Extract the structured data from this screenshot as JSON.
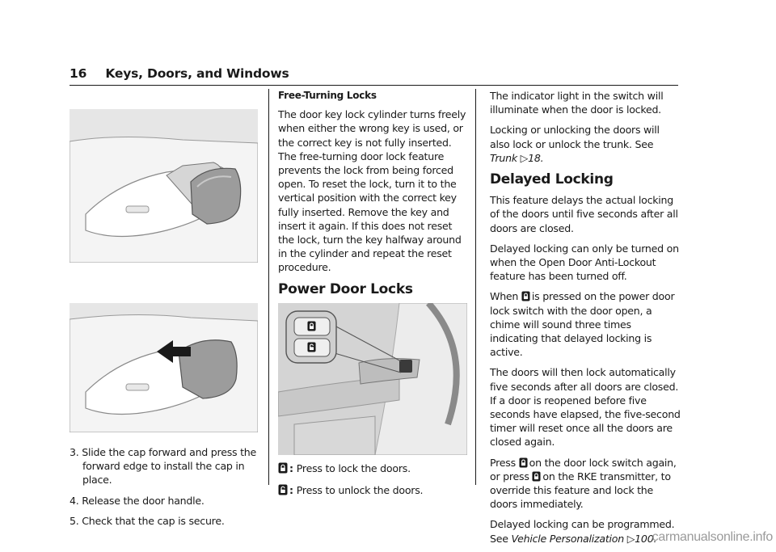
{
  "header": {
    "page_number": "16",
    "title": "Keys, Doors, and Windows"
  },
  "col1": {
    "steps": [
      "3. Slide the cap forward and press the forward edge to install the cap in place.",
      "4. Release the door handle.",
      "5. Check that the cap is secure."
    ]
  },
  "col2": {
    "subheading": "Free-Turning Locks",
    "para1": "The door key lock cylinder turns freely when either the wrong key is used, or the correct key is not fully inserted. The free-turning door lock feature prevents the lock from being forced open. To reset the lock, turn it to the vertical position with the correct key fully inserted. Remove the key and insert it again. If this does not reset the lock, turn the key halfway around in the cylinder and repeat the reset procedure.",
    "heading": "Power Door Locks",
    "lock_desc": "Press to lock the doors.",
    "unlock_desc": "Press to unlock the doors.",
    "colon": ":"
  },
  "col3": {
    "para1": "The indicator light in the switch will illuminate when the door is locked.",
    "para2_pre": "Locking or unlocking the doors will also lock or unlock the trunk. See ",
    "para2_link": "Trunk",
    "para2_page": "18.",
    "heading": "Delayed Locking",
    "para3": "This feature delays the actual locking of the doors until five seconds after all doors are closed.",
    "para4": "Delayed locking can only be turned on when the Open Door Anti-Lockout feature has been turned off.",
    "para5_pre": "When ",
    "para5_post": "is pressed on the power door lock switch with the door open, a chime will sound three times indicating that delayed locking is active.",
    "para6": "The doors will then lock automatically five seconds after all doors are closed. If a door is reopened before five seconds have elapsed, the five-second timer will reset once all the doors are closed again.",
    "para7_a": "Press ",
    "para7_b": "on the door lock switch again,",
    "para7_c": "or press ",
    "para7_d": "on the RKE transmitter, to override this feature and lock the doors immediately.",
    "para8_pre": "Delayed locking can be programmed. See ",
    "para8_link": "Vehicle Personalization",
    "para8_page": "100."
  },
  "watermark": "carmanualsonline.info",
  "icons": {
    "lock": "lock-icon",
    "unlock": "unlock-icon",
    "page_ref": "triangle-ref-icon"
  },
  "colors": {
    "text": "#1a1a1a",
    "illustration_bg": "#e6e6e6"
  }
}
